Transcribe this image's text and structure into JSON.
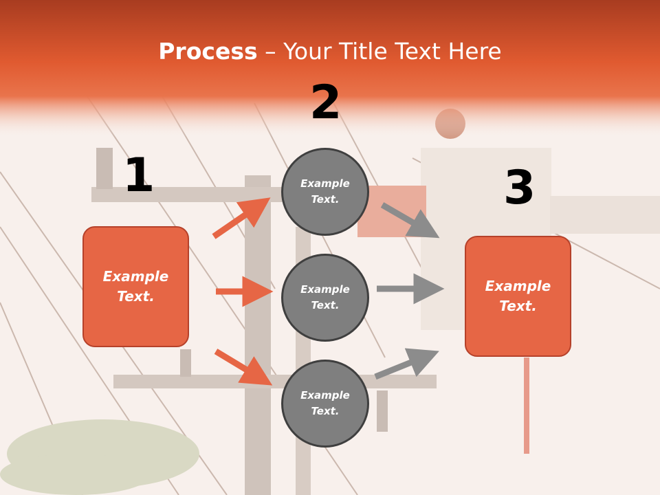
{
  "title": {
    "bold": "Process",
    "rest": " – Your Title Text Here"
  },
  "steps": [
    {
      "number": "1",
      "text": "Example\nText."
    },
    {
      "number": "2"
    },
    {
      "number": "3",
      "text": "Example\nText."
    }
  ],
  "circles": [
    {
      "text": "Example\nText."
    },
    {
      "text": "Example\nText."
    },
    {
      "text": "Example\nText."
    }
  ],
  "colors": {
    "header": "#e2572f",
    "box": "#e66645",
    "circle": "#7f7f7f",
    "arrow_orange": "#e66645",
    "arrow_gray": "#8c8c8c"
  }
}
